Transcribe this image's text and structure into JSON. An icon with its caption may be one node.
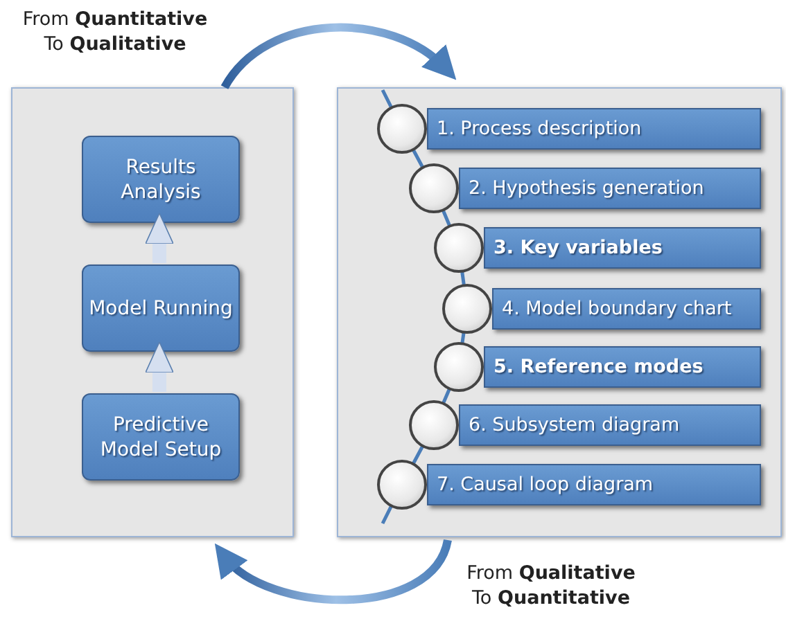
{
  "diagram": {
    "nodes": [
      {
        "text": [],
        "shape": "box"
      },
      {
        "text": [],
        "shape": "box"
      },
      {
        "text": [
          "Results Analysis"
        ],
        "in": 0
      },
      {
        "text": [
          "Model Running"
        ],
        "in": 0
      },
      {
        "text": [
          "Predictive Model Setup"
        ],
        "in": 0
      },
      {
        "text": [
          "1. Process description"
        ],
        "in": 1
      },
      {
        "text": [
          "2. Hypothesis generation"
        ],
        "in": 1
      },
      {
        "text": [
          "3. Key variables"
        ],
        "in": 1
      },
      {
        "text": [
          "4. Model boundary chart"
        ],
        "in": 1
      },
      {
        "text": [
          "5. Reference modes"
        ],
        "in": 1
      },
      {
        "text": [
          "6. Subsystem diagram"
        ],
        "in": 1
      },
      {
        "text": [
          "7. Causal loop diagram"
        ],
        "in": 1
      }
    ],
    "edges": [
      {
        "from": 0,
        "to": 1,
        "arrow": "to",
        "label": "From **Quantitative** To **Qualitative**"
      },
      {
        "from": 1,
        "to": 0,
        "arrow": "to",
        "label": "From **Qualitative** To **Quantitative**"
      },
      {
        "from": 4,
        "to": 3,
        "arrow": "to"
      },
      {
        "from": 3,
        "to": 2,
        "arrow": "to"
      }
    ]
  }
}
